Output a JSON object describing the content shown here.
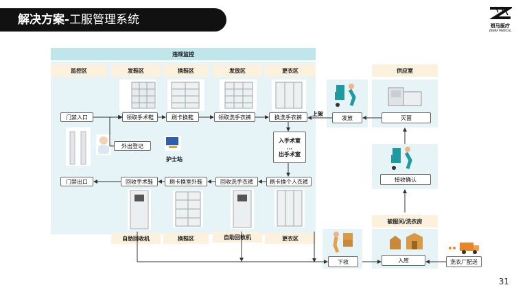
{
  "header": {
    "title_bold": "解决方案-",
    "title_rest": "工服管理系统",
    "logo_text": "斑马医疗",
    "logo_sub": "ZEBRA MEDICAL"
  },
  "page_number": "31",
  "diagram": {
    "monitor_banner": "违规监控",
    "zone_headers": {
      "monitor": "监控区",
      "shoe_issue": "发鞋区",
      "shoe_change": "换鞋区",
      "clothes_issue": "发放区",
      "changing": "更衣区",
      "supply": "供应室"
    },
    "bottom_labels": {
      "self_return_1": "自助回收机",
      "shoe_change": "换鞋区",
      "self_return_2": "自助回收机",
      "changing": "更衣区",
      "laundry_room": "被服间/洗衣房"
    },
    "nodes": {
      "gate_in": "门禁入口",
      "get_shoes": "领取手术鞋",
      "swipe_shoes": "刷卡换鞋",
      "get_clothes": "领取洗手衣裤",
      "change_scrubs": "换洗手衣裤",
      "to_or": "入手术室",
      "ellipsis": "…",
      "from_or": "出手术室",
      "exit_register": "外出登记",
      "nurse_station": "护士站",
      "gate_out": "门禁出口",
      "return_shoes": "回收手术鞋",
      "swipe_outer": "刷卡换室外鞋",
      "return_scrubs": "回收洗手衣裤",
      "swipe_personal": "刷卡换个人衣裤",
      "shelve": "上架",
      "dispatch": "发放",
      "sterilize": "灭菌",
      "receive_confirm": "接收确认",
      "unload": "下收",
      "warehouse_in": "入库",
      "laundry_delivery": "洗衣厂配送"
    }
  }
}
